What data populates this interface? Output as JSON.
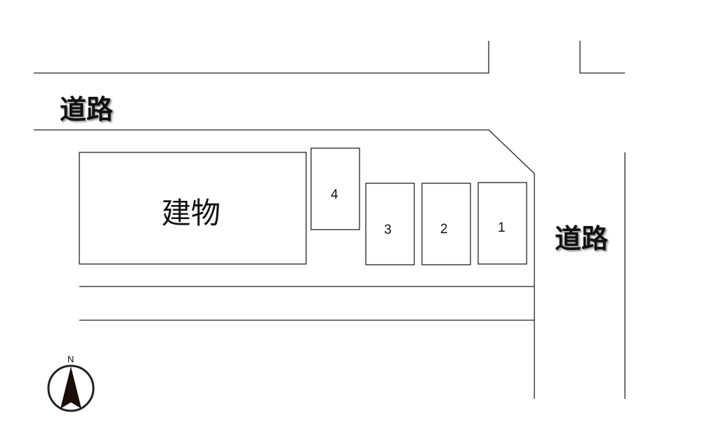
{
  "map": {
    "road_top_label": "道路",
    "road_right_label": "道路",
    "building_label": "建物",
    "parking_spaces": [
      "1",
      "2",
      "3",
      "4"
    ],
    "compass_label": "N"
  },
  "colors": {
    "line": "#222222",
    "background": "#ffffff"
  }
}
